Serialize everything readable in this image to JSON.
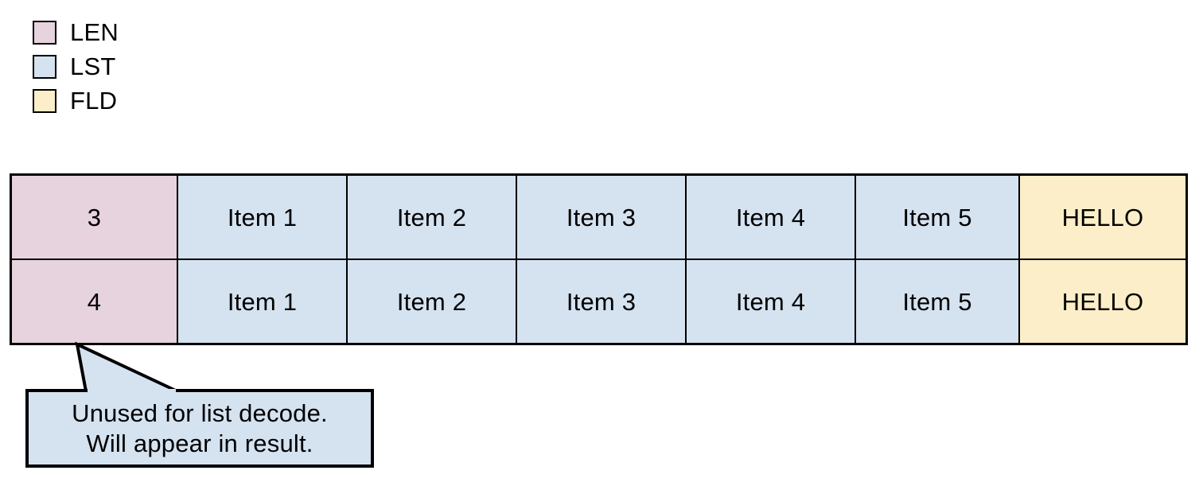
{
  "legend": {
    "items": [
      {
        "label": "LEN",
        "color": "#e7d3dd",
        "swatch_icon": "color-swatch-icon"
      },
      {
        "label": "LST",
        "color": "#d5e2f0",
        "swatch_icon": "color-swatch-icon"
      },
      {
        "label": "FLD",
        "color": "#fbeec8",
        "swatch_icon": "color-swatch-icon"
      }
    ]
  },
  "table": {
    "columns": [
      {
        "key": "len",
        "type": "LEN"
      },
      {
        "key": "item1",
        "type": "LST"
      },
      {
        "key": "item2",
        "type": "LST"
      },
      {
        "key": "item3",
        "type": "LST"
      },
      {
        "key": "item4",
        "type": "LST"
      },
      {
        "key": "item5",
        "type": "LST"
      },
      {
        "key": "fld",
        "type": "FLD"
      }
    ],
    "rows": [
      {
        "len": "3",
        "item1": "Item 1",
        "item2": "Item 2",
        "item3": "Item 3",
        "item4": "Item 4",
        "item5": "Item 5",
        "fld": "HELLO"
      },
      {
        "len": "4",
        "item1": "Item 1",
        "item2": "Item 2",
        "item3": "Item 3",
        "item4": "Item 4",
        "item5": "Item 5",
        "fld": "HELLO"
      }
    ]
  },
  "callout": {
    "line1": "Unused for list decode.",
    "line2": "Will appear in result.",
    "fill": "#d5e2f0",
    "stroke": "#000000"
  },
  "colors": {
    "len": "#e7d3dd",
    "lst": "#d5e2f0",
    "fld": "#fbeec8",
    "stroke": "#000000",
    "background": "#ffffff"
  }
}
